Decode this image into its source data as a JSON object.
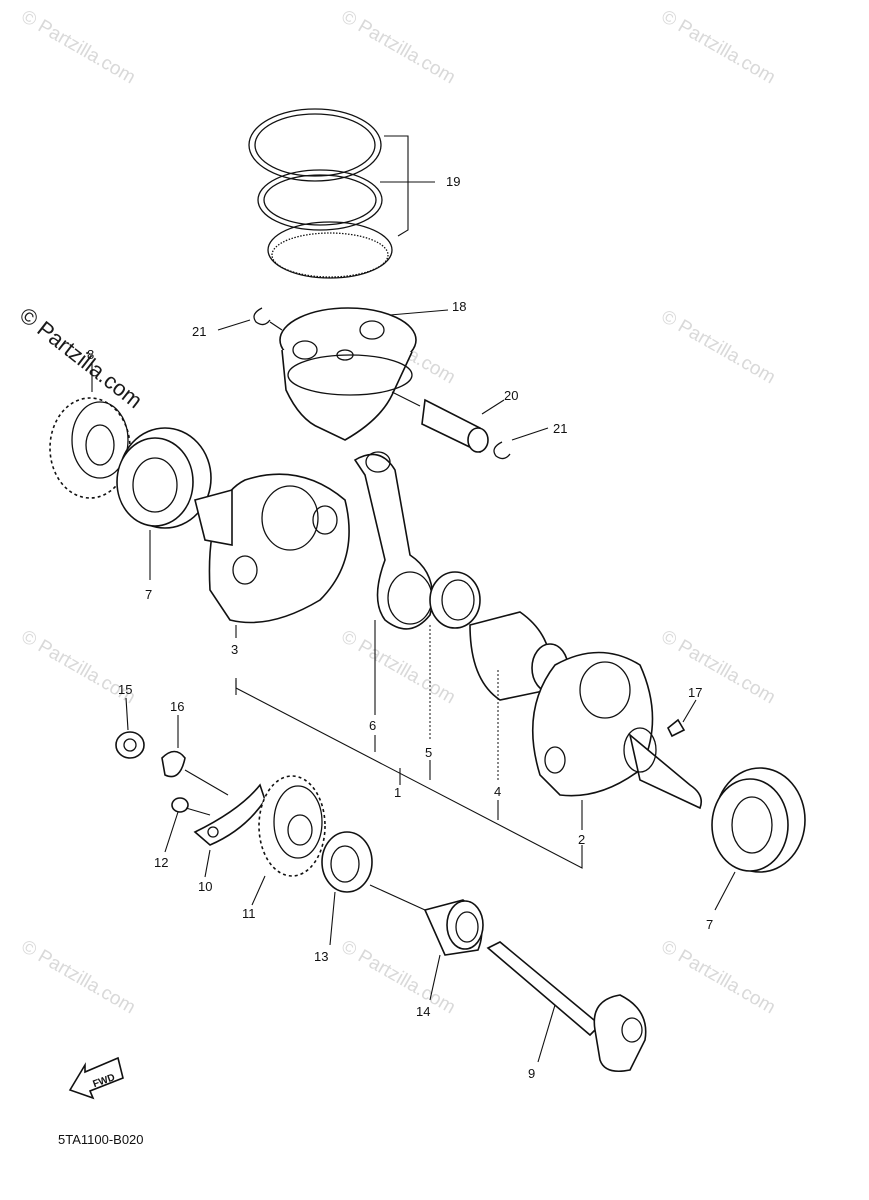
{
  "diagram": {
    "catalog_code": "5TA1100-B020",
    "watermark_text": "© Partzilla.com",
    "fwd_label": "FWD",
    "callouts": [
      {
        "id": "c1",
        "label": "1"
      },
      {
        "id": "c2",
        "label": "2"
      },
      {
        "id": "c3",
        "label": "3"
      },
      {
        "id": "c4",
        "label": "4"
      },
      {
        "id": "c5",
        "label": "5"
      },
      {
        "id": "c6",
        "label": "6"
      },
      {
        "id": "c7a",
        "label": "7"
      },
      {
        "id": "c7b",
        "label": "7"
      },
      {
        "id": "c8",
        "label": "8"
      },
      {
        "id": "c9",
        "label": "9"
      },
      {
        "id": "c10",
        "label": "10"
      },
      {
        "id": "c11",
        "label": "11"
      },
      {
        "id": "c12",
        "label": "12"
      },
      {
        "id": "c13",
        "label": "13"
      },
      {
        "id": "c14",
        "label": "14"
      },
      {
        "id": "c15",
        "label": "15"
      },
      {
        "id": "c16",
        "label": "16"
      },
      {
        "id": "c17",
        "label": "17"
      },
      {
        "id": "c18",
        "label": "18"
      },
      {
        "id": "c19",
        "label": "19"
      },
      {
        "id": "c20",
        "label": "20"
      },
      {
        "id": "c21a",
        "label": "21"
      },
      {
        "id": "c21b",
        "label": "21"
      }
    ]
  }
}
